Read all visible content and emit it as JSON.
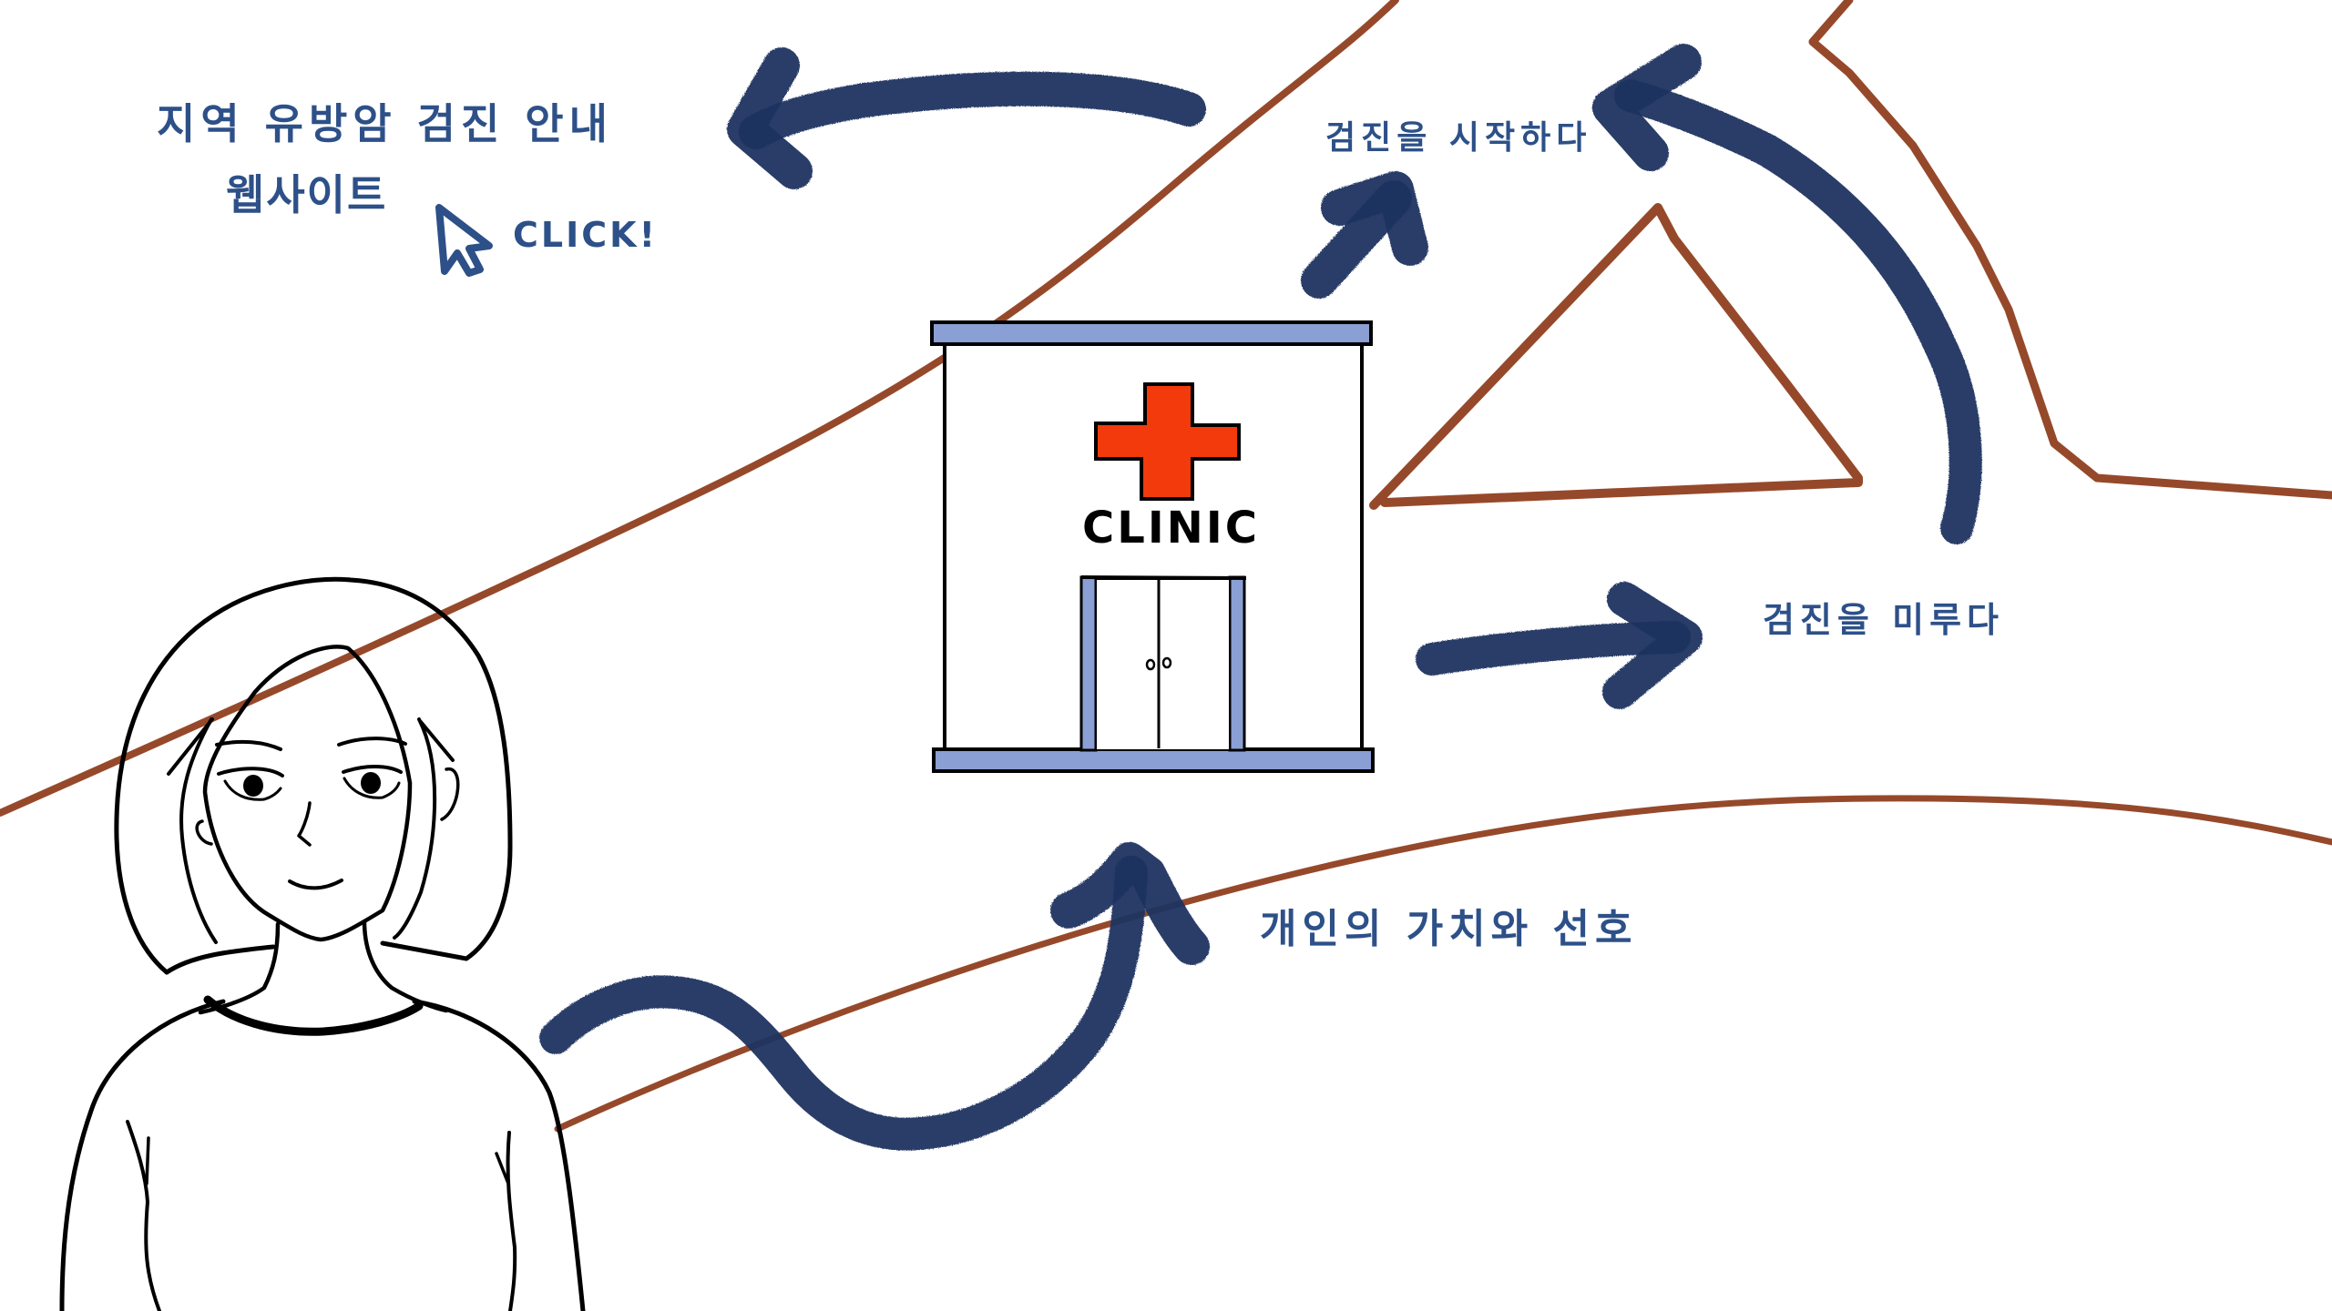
{
  "colors": {
    "background": "#ffffff",
    "path_line": "#96492a",
    "arrow": "#1f3160",
    "arrow_dark": "#0d1838",
    "label_text": "#2d5088",
    "ink": "#000000",
    "clinic_trim": "#8a9fd3",
    "cross": "#f23a0c"
  },
  "labels": {
    "website_line1": "지역 유방암 검진 안내",
    "website_line2": "웹사이트",
    "click": "CLICK!",
    "start_screening": "검진을 시작하다",
    "delay_screening": "검진을 미루다",
    "personal_values": "개인의 가치와 선호"
  },
  "clinic": {
    "sign": "CLINIC",
    "icon": "red-cross-icon"
  },
  "icons": {
    "cursor": "mouse-pointer-icon",
    "woman": "woman-illustration",
    "triangle": "warning-triangle-shape"
  },
  "arrows": [
    {
      "name": "arrow-to-website",
      "direction": "left"
    },
    {
      "name": "arrow-to-start",
      "direction": "up-right"
    },
    {
      "name": "arrow-to-delay",
      "direction": "right"
    },
    {
      "name": "arrow-delay-to-start",
      "direction": "curved-up-left"
    },
    {
      "name": "arrow-woman-to-clinic",
      "direction": "wavy-up"
    }
  ]
}
